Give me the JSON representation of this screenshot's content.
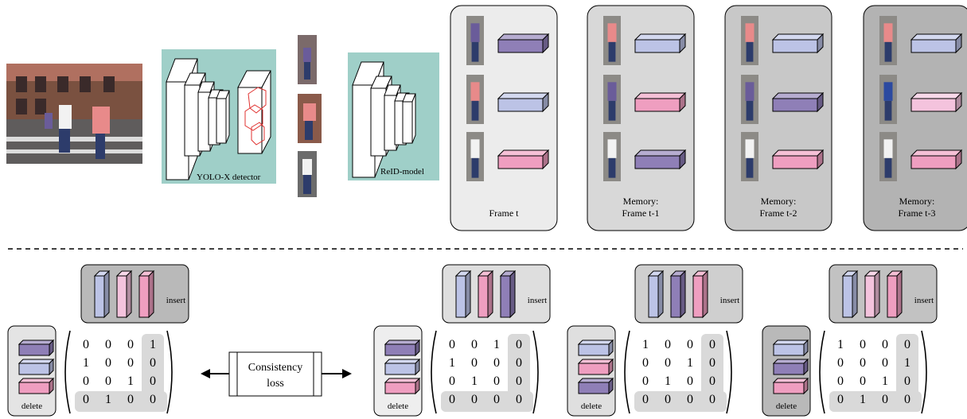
{
  "labels": {
    "detector": "YOLO-X detector",
    "reid": "ReID-model",
    "consistency_line1": "Consistency",
    "consistency_line2": "loss",
    "insert": "insert",
    "delete": "delete"
  },
  "frames": [
    {
      "line1": "",
      "line2": "Frame t",
      "bg": "#ececec",
      "feats": [
        "#8f7fb7",
        "#bcc3e6",
        "#ef9ec0"
      ]
    },
    {
      "line1": "Memory:",
      "line2": "Frame t-1",
      "bg": "#d8d8d8",
      "feats": [
        "#bcc3e6",
        "#ef9ec0",
        "#8f7fb7"
      ]
    },
    {
      "line1": "Memory:",
      "line2": "Frame t-2",
      "bg": "#c8c8c8",
      "feats": [
        "#bcc3e6",
        "#8f7fb7",
        "#ef9ec0"
      ]
    },
    {
      "line1": "Memory:",
      "line2": "Frame t-3",
      "bg": "#b3b3b3",
      "feats": [
        "#bcc3e6",
        "#f4c3dd",
        "#ef9ec0"
      ]
    }
  ],
  "matrix_groups": [
    {
      "insert_bg": "#b9b9b9",
      "delete_bg": "#e4e4e4",
      "insert_feats": [
        "#bcc3e6",
        "#f4c3dd",
        "#ef9ec0"
      ],
      "delete_feats": [
        "#8f7fb7",
        "#bcc3e6",
        "#ef9ec0"
      ],
      "rows": [
        [
          "0",
          "0",
          "0",
          "1"
        ],
        [
          "1",
          "0",
          "0",
          "0"
        ],
        [
          "0",
          "0",
          "1",
          "0"
        ],
        [
          "0",
          "1",
          "0",
          "0"
        ]
      ]
    },
    {
      "insert_bg": "#dedede",
      "delete_bg": "#eeeeee",
      "insert_feats": [
        "#bcc3e6",
        "#ef9ec0",
        "#8f7fb7"
      ],
      "delete_feats": [
        "#8f7fb7",
        "#bcc3e6",
        "#ef9ec0"
      ],
      "rows": [
        [
          "0",
          "0",
          "1",
          "0"
        ],
        [
          "1",
          "0",
          "0",
          "0"
        ],
        [
          "0",
          "1",
          "0",
          "0"
        ],
        [
          "0",
          "0",
          "0",
          "0"
        ]
      ]
    },
    {
      "insert_bg": "#cfcfcf",
      "delete_bg": "#dfdfdf",
      "insert_feats": [
        "#bcc3e6",
        "#8f7fb7",
        "#ef9ec0"
      ],
      "delete_feats": [
        "#bcc3e6",
        "#ef9ec0",
        "#8f7fb7"
      ],
      "rows": [
        [
          "1",
          "0",
          "0",
          "0"
        ],
        [
          "0",
          "0",
          "1",
          "0"
        ],
        [
          "0",
          "1",
          "0",
          "0"
        ],
        [
          "0",
          "0",
          "0",
          "0"
        ]
      ]
    },
    {
      "insert_bg": "#c2c2c2",
      "delete_bg": "#b9b9b9",
      "insert_feats": [
        "#bcc3e6",
        "#f4c3dd",
        "#ef9ec0"
      ],
      "delete_feats": [
        "#bcc3e6",
        "#8f7fb7",
        "#ef9ec0"
      ],
      "rows": [
        [
          "1",
          "0",
          "0",
          "0"
        ],
        [
          "0",
          "0",
          "0",
          "1"
        ],
        [
          "0",
          "0",
          "1",
          "0"
        ],
        [
          "0",
          "1",
          "0",
          "0"
        ]
      ]
    }
  ]
}
